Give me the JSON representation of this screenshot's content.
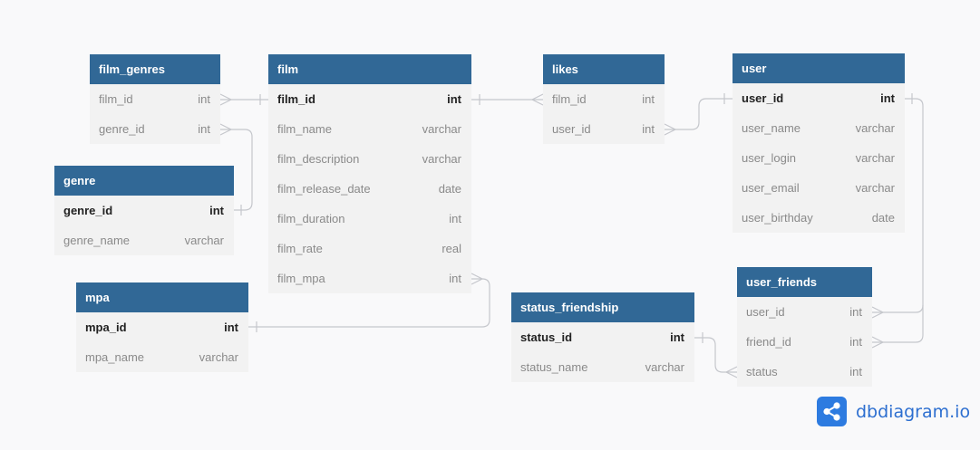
{
  "tables": [
    {
      "id": "film_genres",
      "name": "film_genres",
      "columns": [
        {
          "name": "film_id",
          "type": "int",
          "pk": false
        },
        {
          "name": "genre_id",
          "type": "int",
          "pk": false
        }
      ]
    },
    {
      "id": "film",
      "name": "film",
      "columns": [
        {
          "name": "film_id",
          "type": "int",
          "pk": true
        },
        {
          "name": "film_name",
          "type": "varchar",
          "pk": false
        },
        {
          "name": "film_description",
          "type": "varchar",
          "pk": false
        },
        {
          "name": "film_release_date",
          "type": "date",
          "pk": false
        },
        {
          "name": "film_duration",
          "type": "int",
          "pk": false
        },
        {
          "name": "film_rate",
          "type": "real",
          "pk": false
        },
        {
          "name": "film_mpa",
          "type": "int",
          "pk": false
        }
      ]
    },
    {
      "id": "likes",
      "name": "likes",
      "columns": [
        {
          "name": "film_id",
          "type": "int",
          "pk": false
        },
        {
          "name": "user_id",
          "type": "int",
          "pk": false
        }
      ]
    },
    {
      "id": "user",
      "name": "user",
      "columns": [
        {
          "name": "user_id",
          "type": "int",
          "pk": true
        },
        {
          "name": "user_name",
          "type": "varchar",
          "pk": false
        },
        {
          "name": "user_login",
          "type": "varchar",
          "pk": false
        },
        {
          "name": "user_email",
          "type": "varchar",
          "pk": false
        },
        {
          "name": "user_birthday",
          "type": "date",
          "pk": false
        }
      ]
    },
    {
      "id": "genre",
      "name": "genre",
      "columns": [
        {
          "name": "genre_id",
          "type": "int",
          "pk": true
        },
        {
          "name": "genre_name",
          "type": "varchar",
          "pk": false
        }
      ]
    },
    {
      "id": "mpa",
      "name": "mpa",
      "columns": [
        {
          "name": "mpa_id",
          "type": "int",
          "pk": true
        },
        {
          "name": "mpa_name",
          "type": "varchar",
          "pk": false
        }
      ]
    },
    {
      "id": "status_friendship",
      "name": "status_friendship",
      "columns": [
        {
          "name": "status_id",
          "type": "int",
          "pk": true
        },
        {
          "name": "status_name",
          "type": "varchar",
          "pk": false
        }
      ]
    },
    {
      "id": "user_friends",
      "name": "user_friends",
      "columns": [
        {
          "name": "user_id",
          "type": "int",
          "pk": false
        },
        {
          "name": "friend_id",
          "type": "int",
          "pk": false
        },
        {
          "name": "status",
          "type": "int",
          "pk": false
        }
      ]
    }
  ],
  "relationships": [
    {
      "from": "film_genres.film_id",
      "to": "film.film_id"
    },
    {
      "from": "film_genres.genre_id",
      "to": "genre.genre_id"
    },
    {
      "from": "likes.film_id",
      "to": "film.film_id"
    },
    {
      "from": "likes.user_id",
      "to": "user.user_id"
    },
    {
      "from": "film.film_mpa",
      "to": "mpa.mpa_id"
    },
    {
      "from": "user_friends.user_id",
      "to": "user.user_id"
    },
    {
      "from": "user_friends.friend_id",
      "to": "user.user_id"
    },
    {
      "from": "user_friends.status",
      "to": "status_friendship.status_id"
    }
  ],
  "brand": {
    "text": "dbdiagram.io",
    "icon": "share-nodes-icon",
    "color": "#2d7be0"
  },
  "colors": {
    "header": "#316896",
    "body": "#f2f2f2",
    "line": "#c5c7cc"
  }
}
